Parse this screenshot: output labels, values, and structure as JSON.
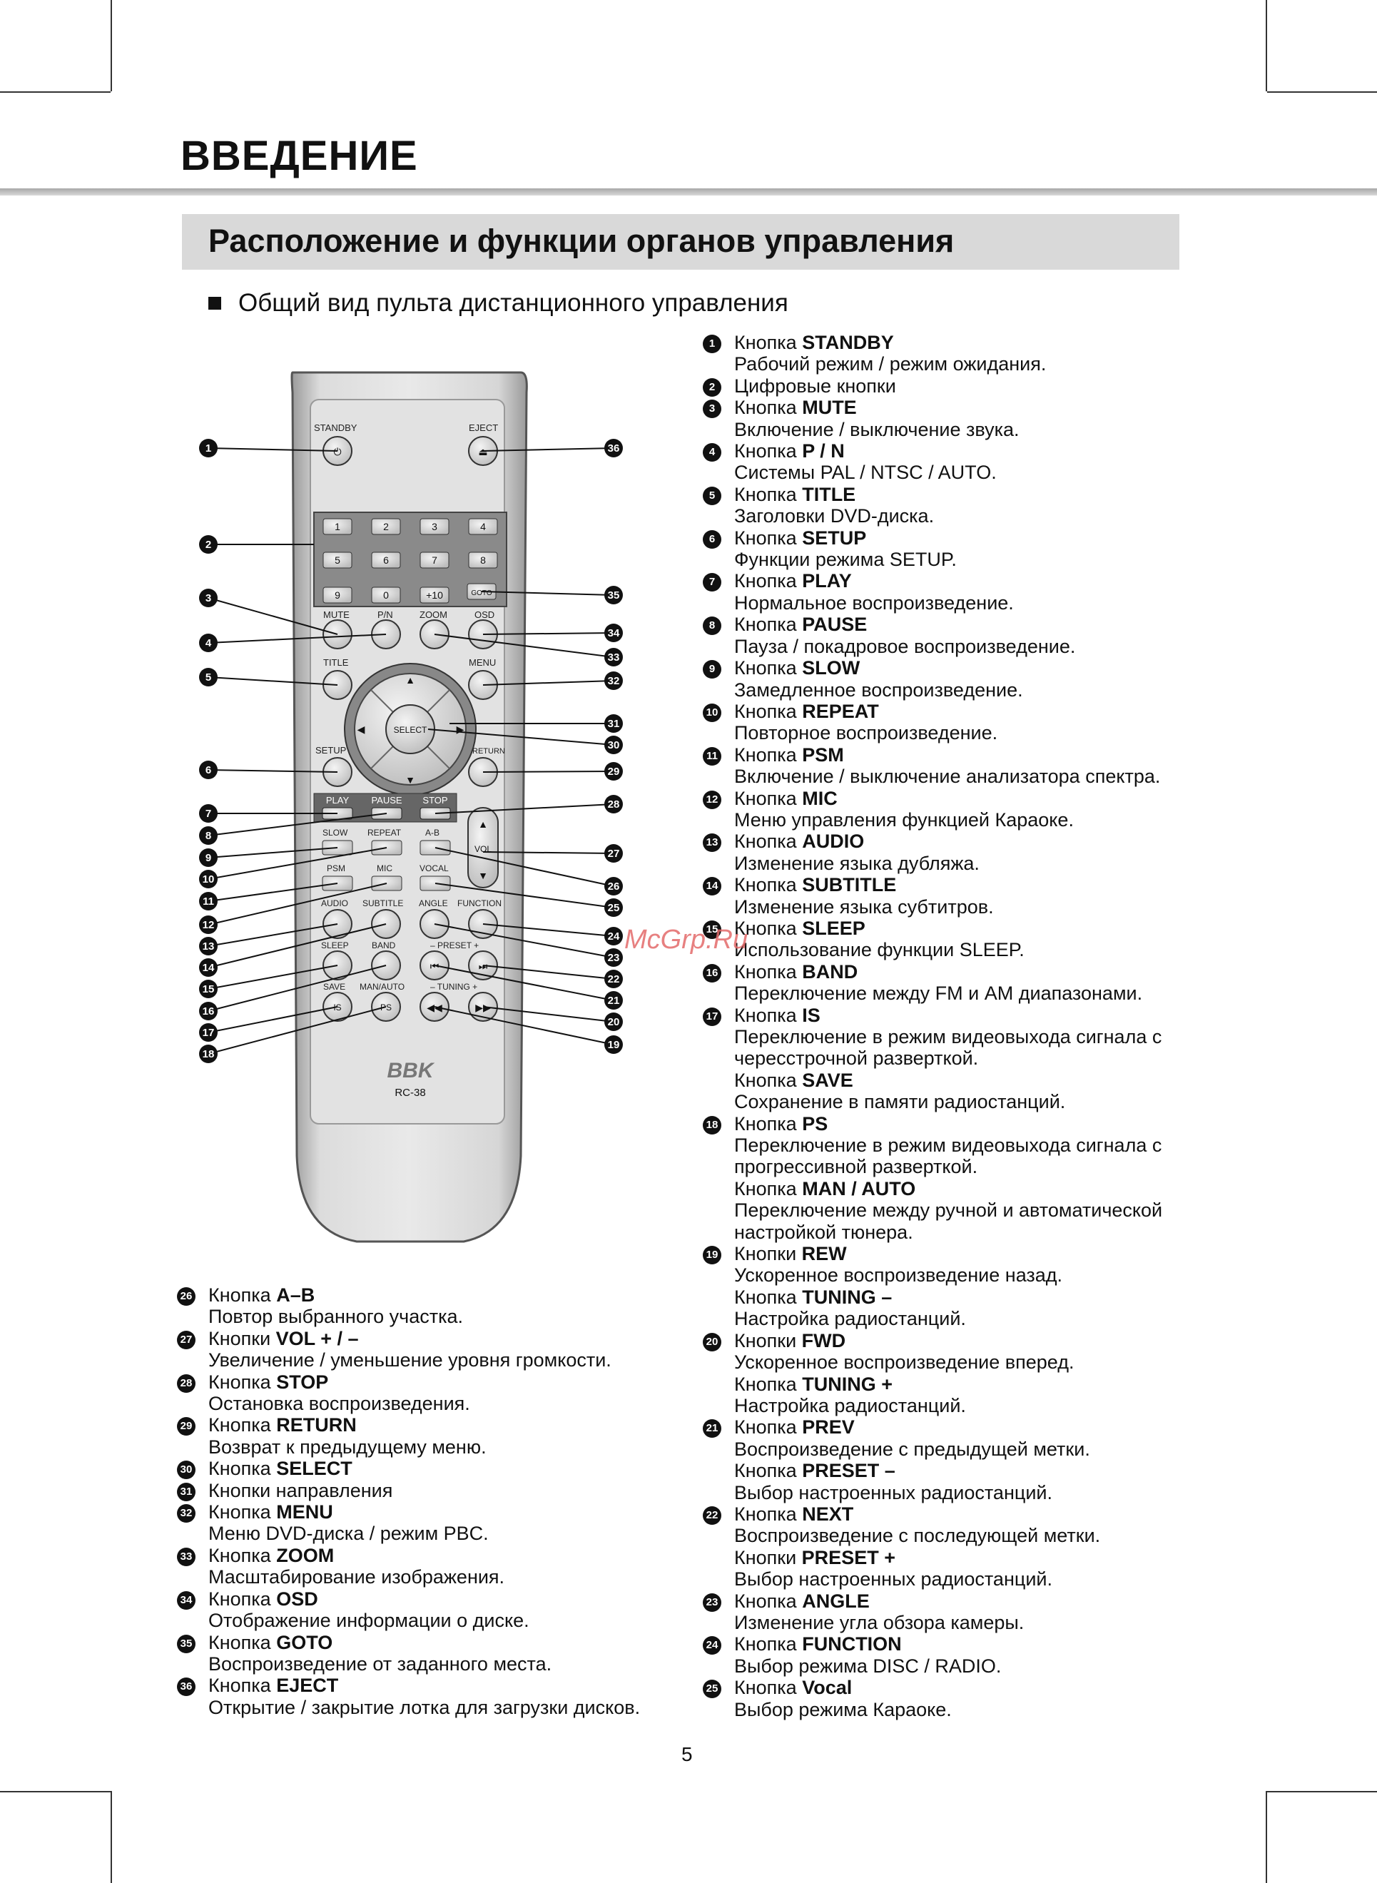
{
  "page": {
    "title": "ВВЕДЕНИЕ",
    "subtitle": "Расположение и функции органов управления",
    "bullet": "Общий вид пульта дистанционного управления",
    "page_number": "5",
    "watermark": "McGrp.Ru"
  },
  "remote": {
    "brand": "BBK",
    "model": "RC-38",
    "labels": {
      "standby": "STANDBY",
      "eject": "EJECT",
      "mute": "MUTE",
      "pn": "P/N",
      "zoom": "ZOOM",
      "osd": "OSD",
      "title": "TITLE",
      "menu": "MENU",
      "select": "SELECT",
      "setup": "SETUP",
      "return": "RETURN",
      "play": "PLAY",
      "pause": "PAUSE",
      "stop": "STOP",
      "slow": "SLOW",
      "repeat": "REPEAT",
      "ab": "A-B",
      "psm": "PSM",
      "mic": "MIC",
      "vocal": "VOCAL",
      "vol": "VOL",
      "audio": "AUDIO",
      "subtitle": "SUBTITLE",
      "angle": "ANGLE",
      "function": "FUNCTION",
      "sleep": "SLEEP",
      "band": "BAND",
      "preset": "– PRESET +",
      "save": "SAVE",
      "manauto": "MAN/AUTO",
      "tuning": "– TUNING +",
      "is": "IS",
      "ps": "PS",
      "goto": "GOTO"
    },
    "digits": [
      "1",
      "2",
      "3",
      "4",
      "5",
      "6",
      "7",
      "8",
      "9",
      "0",
      "+10"
    ],
    "callouts_left": [
      "1",
      "2",
      "3",
      "4",
      "5",
      "6",
      "7",
      "8",
      "9",
      "10",
      "11",
      "12",
      "13",
      "14",
      "15",
      "16",
      "17",
      "18"
    ],
    "callouts_right": [
      "36",
      "35",
      "34",
      "33",
      "32",
      "31",
      "30",
      "29",
      "28",
      "27",
      "26",
      "25",
      "24",
      "23",
      "22",
      "21",
      "20",
      "19"
    ]
  },
  "right_list": [
    {
      "n": "1",
      "pre": "Кнопка ",
      "b": "STANDBY",
      "d": [
        "Рабочий режим / режим ожидания."
      ]
    },
    {
      "n": "2",
      "pre": "Цифровые кнопки",
      "b": "",
      "d": []
    },
    {
      "n": "3",
      "pre": "Кнопка ",
      "b": "MUTE",
      "d": [
        "Включение / выключение звука."
      ]
    },
    {
      "n": "4",
      "pre": "Кнопка ",
      "b": "P / N",
      "d": [
        "Системы PAL / NTSC / AUTO."
      ]
    },
    {
      "n": "5",
      "pre": "Кнопка ",
      "b": "TITLE",
      "d": [
        "Заголовки DVD-диска."
      ]
    },
    {
      "n": "6",
      "pre": "Кнопка ",
      "b": "SETUP",
      "d": [
        "Функции режима SETUP."
      ]
    },
    {
      "n": "7",
      "pre": "Кнопка ",
      "b": "PLAY",
      "d": [
        "Нормальное воспроизведение."
      ]
    },
    {
      "n": "8",
      "pre": "Кнопка ",
      "b": "PAUSE",
      "d": [
        "Пауза / покадровое воспроизведение."
      ]
    },
    {
      "n": "9",
      "pre": "Кнопка ",
      "b": "SLOW",
      "d": [
        "Замедленное воспроизведение."
      ]
    },
    {
      "n": "10",
      "pre": "Кнопка ",
      "b": "REPEAT",
      "d": [
        "Повторное воспроизведение."
      ]
    },
    {
      "n": "11",
      "pre": "Кнопка ",
      "b": "PSM",
      "d": [
        "Включение / выключение анализатора спектра."
      ]
    },
    {
      "n": "12",
      "pre": "Кнопка ",
      "b": "MIC",
      "d": [
        "Меню управления функцией Караоке."
      ]
    },
    {
      "n": "13",
      "pre": "Кнопка ",
      "b": "AUDIO",
      "d": [
        "Изменение языка дубляжа."
      ]
    },
    {
      "n": "14",
      "pre": "Кнопка ",
      "b": "SUBTITLE",
      "d": [
        "Изменение языка субтитров."
      ]
    },
    {
      "n": "15",
      "pre": "Кнопка ",
      "b": "SLEEP",
      "d": [
        "Использование функции SLEEP."
      ]
    },
    {
      "n": "16",
      "pre": "Кнопка ",
      "b": "BAND",
      "d": [
        "Переключение между FM и AM диапазонами."
      ]
    },
    {
      "n": "17",
      "pre": "Кнопка ",
      "b": "IS",
      "d": [
        "Переключение в режим видеовыхода сигнала с чересстрочной разверткой."
      ]
    },
    {
      "n": "",
      "pre": "Кнопка ",
      "b": "SAVE",
      "d": [
        "Сохранение в памяти радиостанций."
      ]
    },
    {
      "n": "18",
      "pre": "Кнопка ",
      "b": "PS",
      "d": [
        "Переключение в режим видеовыхода сигнала с прогрессивной разверткой."
      ]
    },
    {
      "n": "",
      "pre": "Кнопка ",
      "b": "MAN / AUTO",
      "d": [
        "Переключение между ручной и автоматической настройкой тюнера."
      ]
    },
    {
      "n": "19",
      "pre": "Кнопки ",
      "b": "REW",
      "d": [
        "Ускоренное воспроизведение назад."
      ]
    },
    {
      "n": "",
      "pre": "Кнопка ",
      "b": "TUNING –",
      "d": [
        "Настройка радиостанций."
      ]
    },
    {
      "n": "20",
      "pre": "Кнопки ",
      "b": "FWD",
      "d": [
        "Ускоренное воспроизведение вперед."
      ]
    },
    {
      "n": "",
      "pre": "Кнопка ",
      "b": "TUNING +",
      "d": [
        "Настройка радиостанций."
      ]
    },
    {
      "n": "21",
      "pre": "Кнопка ",
      "b": "PREV",
      "d": [
        "Воспроизведение с предыдущей метки."
      ]
    },
    {
      "n": "",
      "pre": "Кнопка ",
      "b": "PRESET –",
      "d": [
        "Выбор настроенных радиостанций."
      ]
    },
    {
      "n": "22",
      "pre": "Кнопка ",
      "b": "NEXT",
      "d": [
        "Воспроизведение с последующей метки."
      ]
    },
    {
      "n": "",
      "pre": "Кнопки ",
      "b": "PRESET +",
      "d": [
        "Выбор настроенных радиостанций."
      ]
    },
    {
      "n": "23",
      "pre": "Кнопка ",
      "b": "ANGLE",
      "d": [
        "Изменение угла обзора камеры."
      ]
    },
    {
      "n": "24",
      "pre": "Кнопка ",
      "b": "FUNCTION",
      "d": [
        "Выбор режима DISC / RADIO."
      ]
    },
    {
      "n": "25",
      "pre": "Кнопка ",
      "b": "Vocal",
      "d": [
        "Выбор режима Караоке."
      ]
    }
  ],
  "left_list": [
    {
      "n": "26",
      "pre": "Кнопка ",
      "b": "A–B",
      "d": [
        "Повтор выбранного участка."
      ]
    },
    {
      "n": "27",
      "pre": "Кнопки ",
      "b": "VOL + / –",
      "d": [
        "Увеличение / уменьшение уровня громкости."
      ]
    },
    {
      "n": "28",
      "pre": "Кнопка ",
      "b": "STOP",
      "d": [
        "Остановка воспроизведения."
      ]
    },
    {
      "n": "29",
      "pre": "Кнопка ",
      "b": "RETURN",
      "d": [
        "Возврат к предыдущему меню."
      ]
    },
    {
      "n": "30",
      "pre": "Кнопка ",
      "b": "SELECT",
      "d": []
    },
    {
      "n": "31",
      "pre": "Кнопки направления",
      "b": "",
      "d": []
    },
    {
      "n": "32",
      "pre": "Кнопка ",
      "b": "MENU",
      "d": [
        "Меню DVD-диска / режим PBC."
      ]
    },
    {
      "n": "33",
      "pre": "Кнопка ",
      "b": "ZOOM",
      "d": [
        "Масштабирование изображения."
      ]
    },
    {
      "n": "34",
      "pre": "Кнопка ",
      "b": "OSD",
      "d": [
        "Отображение информации о диске."
      ]
    },
    {
      "n": "35",
      "pre": "Кнопка ",
      "b": "GOTO",
      "d": [
        "Воспроизведение от заданного места."
      ]
    },
    {
      "n": "36",
      "pre": "Кнопка ",
      "b": "EJECT",
      "d": [
        "Открытие / закрытие лотка для загрузки дисков."
      ]
    }
  ]
}
